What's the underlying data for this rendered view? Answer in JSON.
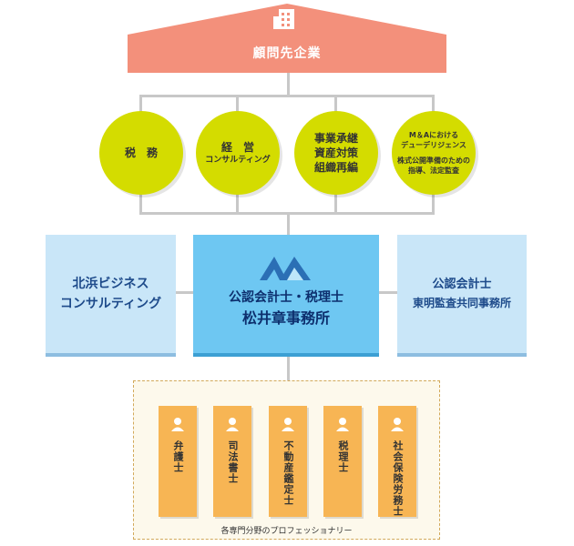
{
  "client": {
    "label": "顧問先企業",
    "color": "#f3907b"
  },
  "services": [
    {
      "lines": [
        "税　務"
      ],
      "sub": []
    },
    {
      "lines": [
        "経　営"
      ],
      "sub": [
        "コンサルティング"
      ]
    },
    {
      "lines": [
        "事業承継",
        "資産対策",
        "組織再編"
      ],
      "sub": []
    },
    {
      "lines": [
        "M＆Aにおける",
        "デューデリジェンス"
      ],
      "sub": [
        "株式公開準備のための",
        "指導、法定監査"
      ]
    }
  ],
  "left_partner": {
    "line1": "北浜ビジネス",
    "line2": "コンサルティング"
  },
  "center_office": {
    "line1": "公認会計士・税理士",
    "line2": "松井章事務所"
  },
  "right_partner": {
    "line1": "公認会計士",
    "line2": "東明監査共同事務所"
  },
  "professionals": [
    {
      "title": "弁護士"
    },
    {
      "title": "司法書士"
    },
    {
      "title": "不動産鑑定士"
    },
    {
      "title": "税理士"
    },
    {
      "title": "社会保険労務士"
    }
  ],
  "professionals_label": "各専門分野のプロフェッショナリー"
}
